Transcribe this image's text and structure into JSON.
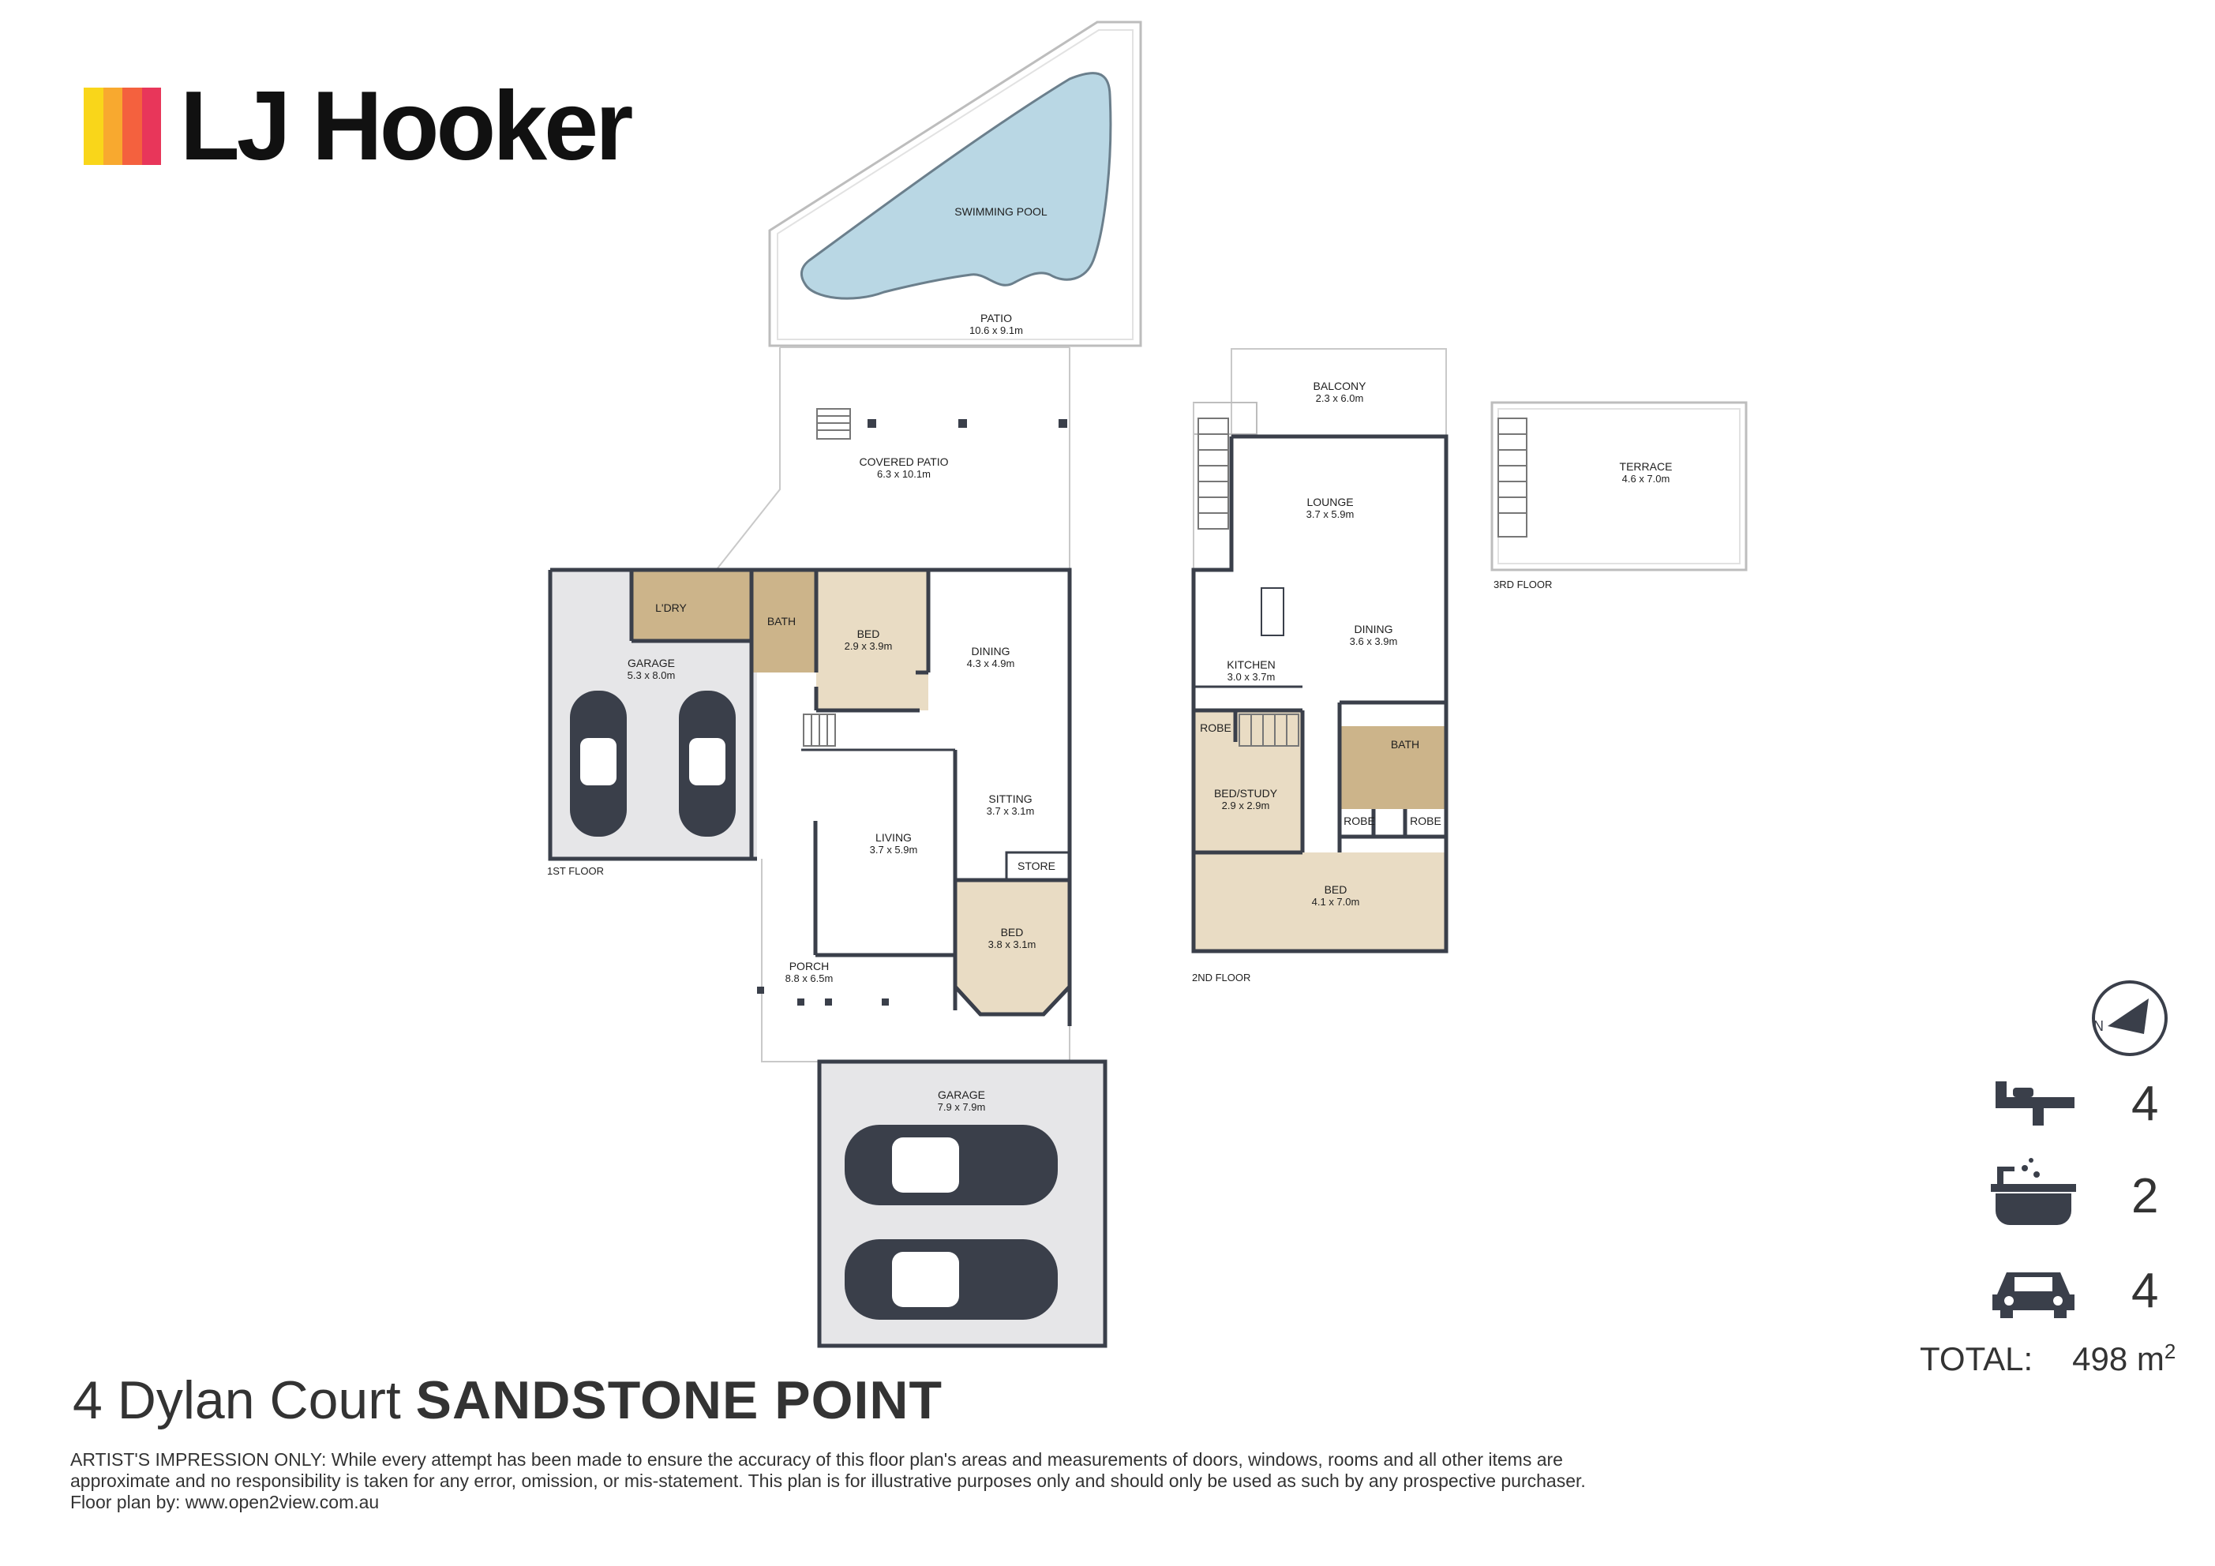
{
  "brand": {
    "name": "LJ Hooker",
    "bar_colors": [
      "#f9d61a",
      "#f8a92f",
      "#f4613e",
      "#e8365a"
    ]
  },
  "rooms": {
    "swimming_pool": {
      "label": "SWIMMING POOL",
      "dim": ""
    },
    "patio": {
      "label": "PATIO",
      "dim": "10.6 x 9.1m"
    },
    "covered_patio": {
      "label": "COVERED PATIO",
      "dim": "6.3 x 10.1m"
    },
    "ldry": {
      "label": "L'DRY",
      "dim": ""
    },
    "bath_1": {
      "label": "BATH",
      "dim": ""
    },
    "bed_1": {
      "label": "BED",
      "dim": "2.9 x 3.9m"
    },
    "dining_1": {
      "label": "DINING",
      "dim": "4.3 x 4.9m"
    },
    "garage_1": {
      "label": "GARAGE",
      "dim": "5.3 x 8.0m"
    },
    "sitting": {
      "label": "SITTING",
      "dim": "3.7 x 3.1m"
    },
    "living": {
      "label": "LIVING",
      "dim": "3.7 x 5.9m"
    },
    "store": {
      "label": "STORE",
      "dim": ""
    },
    "bed_2": {
      "label": "BED",
      "dim": "3.8 x 3.1m"
    },
    "porch": {
      "label": "PORCH",
      "dim": "8.8 x 6.5m"
    },
    "garage_2": {
      "label": "GARAGE",
      "dim": "7.9 x 7.9m"
    },
    "balcony": {
      "label": "BALCONY",
      "dim": "2.3 x 6.0m"
    },
    "lounge": {
      "label": "LOUNGE",
      "dim": "3.7 x 5.9m"
    },
    "dining_2": {
      "label": "DINING",
      "dim": "3.6 x 3.9m"
    },
    "kitchen": {
      "label": "KITCHEN",
      "dim": "3.0 x 3.7m"
    },
    "robe_1": {
      "label": "ROBE",
      "dim": ""
    },
    "bath_2": {
      "label": "BATH",
      "dim": ""
    },
    "bed_study": {
      "label": "BED/STUDY",
      "dim": "2.9 x 2.9m"
    },
    "robe_2": {
      "label": "ROBE",
      "dim": ""
    },
    "robe_3": {
      "label": "ROBE",
      "dim": ""
    },
    "bed_3": {
      "label": "BED",
      "dim": "4.1 x 7.0m"
    },
    "terrace": {
      "label": "TERRACE",
      "dim": "4.6 x 7.0m"
    }
  },
  "floors": {
    "first": "1ST FLOOR",
    "second": "2ND FLOOR",
    "third": "3RD FLOOR"
  },
  "stats": {
    "compass_icon": "north-arrow-icon",
    "beds": {
      "icon": "bed-icon",
      "value": "4"
    },
    "baths": {
      "icon": "bathtub-icon",
      "value": "2"
    },
    "cars": {
      "icon": "car-icon",
      "value": "4"
    },
    "total_label": "TOTAL:",
    "total_value": "498 m",
    "total_unit_sup": "2"
  },
  "address": {
    "street": "4 Dylan Court",
    "suburb": "SANDSTONE POINT"
  },
  "disclaimer": {
    "line1": "ARTIST'S IMPRESSION ONLY: While every attempt has been made to ensure the accuracy of this floor plan's areas and measurements of doors, windows, rooms and all other items are",
    "line2": "approximate and no responsibility is taken for any error, omission, or mis-statement. This plan is for illustrative purposes only and should only be used as such by any prospective purchaser.",
    "line3": "Floor plan by: www.open2view.com.au"
  },
  "colors": {
    "wall": "#3a3f4a",
    "wood_floor": "#e9dcc4",
    "tile_floor": "#ccb48a",
    "pool_water": "#b9d7e4",
    "garage_floor": "#e6e6e8",
    "car_body": "#3a3f4a"
  }
}
